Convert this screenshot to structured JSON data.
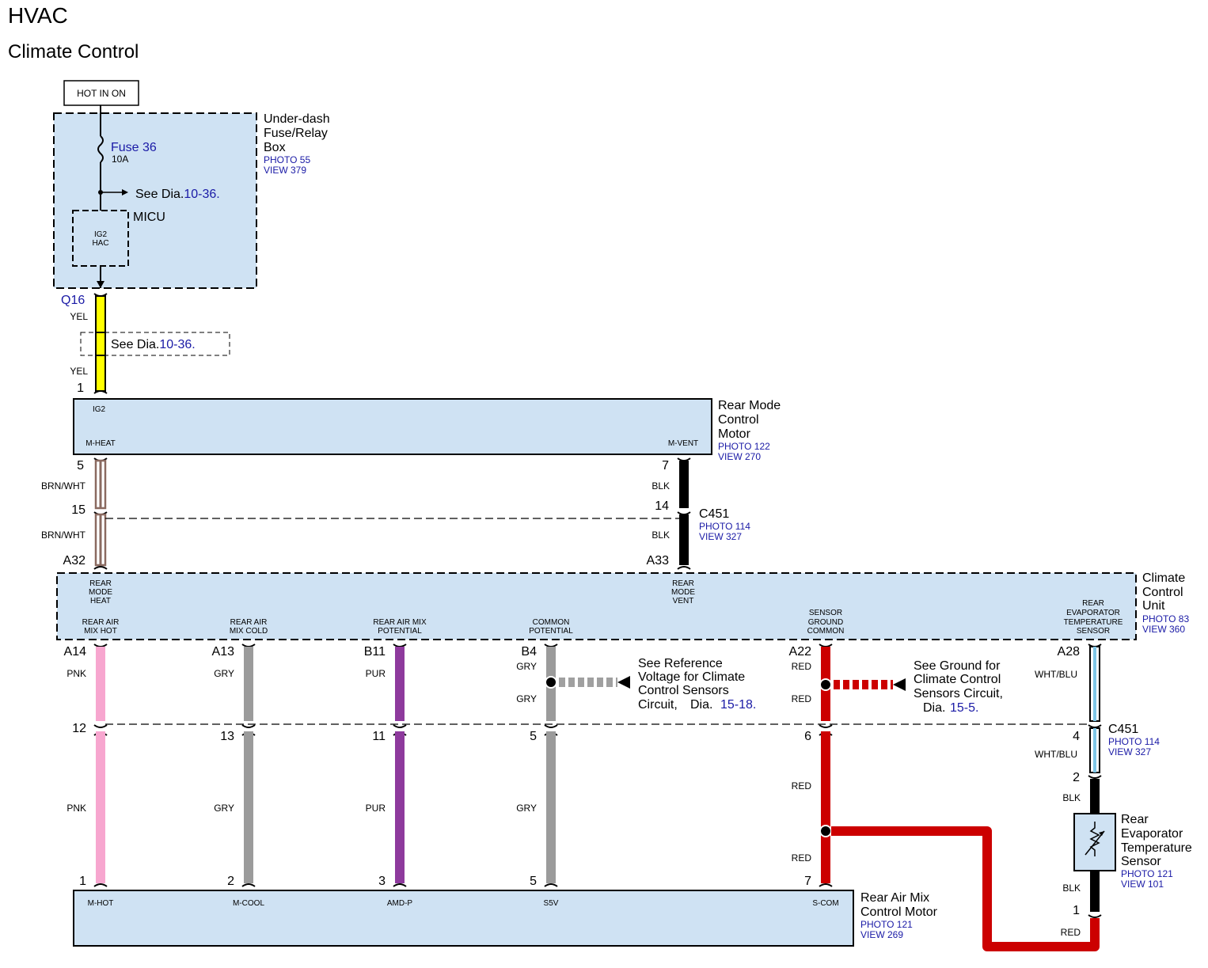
{
  "header": {
    "title": "HVAC",
    "subtitle": "Climate Control"
  },
  "hot_label": "HOT IN ON",
  "fuse_box": {
    "name_lines": [
      "Under-dash",
      "Fuse/Relay",
      "Box"
    ],
    "photo": "PHOTO 55",
    "view": "VIEW 379",
    "fuse_name": "Fuse 36",
    "fuse_rating": "10A",
    "see_dia_text": "See Dia.",
    "see_dia_ref": "10-36.",
    "micu_label": "MICU",
    "micu_pins": [
      "IG2",
      "HAC"
    ]
  },
  "q16": {
    "connector": "Q16",
    "wire_top": "YEL",
    "wire_bottom": "YEL",
    "see_dia_text": "See Dia.",
    "see_dia_ref": "10-36.",
    "pin": "1"
  },
  "rear_mode_motor": {
    "name_lines": [
      "Rear Mode",
      "Control",
      "Motor"
    ],
    "photo": "PHOTO 122",
    "view": "VIEW 270",
    "pin_ig2": "IG2",
    "pin_mheat": "M-HEAT",
    "pin_mvent": "M-VENT"
  },
  "c451_upper": {
    "connector": "C451",
    "photo": "PHOTO 114",
    "view": "VIEW 327"
  },
  "wires_upper": {
    "left": {
      "pin_top": "5",
      "color1": "BRN/WHT",
      "pin_mid": "15",
      "color2": "BRN/WHT",
      "pin_cu": "A32"
    },
    "right": {
      "pin_top": "7",
      "color1": "BLK",
      "pin_mid": "14",
      "color2": "BLK",
      "pin_cu": "A33"
    }
  },
  "climate_unit": {
    "name_lines": [
      "Climate",
      "Control",
      "Unit"
    ],
    "photo": "PHOTO 83",
    "view": "VIEW 360",
    "upper_labels": {
      "heat": [
        "REAR",
        "MODE",
        "HEAT"
      ],
      "vent": [
        "REAR",
        "MODE",
        "VENT"
      ]
    },
    "lower_labels": {
      "mixhot": [
        "REAR AIR",
        "MIX HOT"
      ],
      "mixcold": [
        "REAR AIR",
        "MIX COLD"
      ],
      "mixpot": [
        "REAR AIR MIX",
        "POTENTIAL"
      ],
      "compot": [
        "COMMON",
        "POTENTIAL"
      ],
      "sgnd": [
        "SENSOR",
        "GROUND",
        "COMMON"
      ],
      "evap": [
        "REAR",
        "EVAPORATOR",
        "TEMPERATURE",
        "SENSOR"
      ]
    }
  },
  "lower_wires": [
    {
      "pin_cu": "A14",
      "color_top": "PNK",
      "pin_c451": "12",
      "color_bottom": "PNK",
      "pin_motor": "1",
      "hex": "#f7a6cf"
    },
    {
      "pin_cu": "A13",
      "color_top": "GRY",
      "pin_c451": "13",
      "color_bottom": "GRY",
      "pin_motor": "2",
      "hex": "#9b9b9b"
    },
    {
      "pin_cu": "B11",
      "color_top": "PUR",
      "pin_c451": "11",
      "color_bottom": "PUR",
      "pin_motor": "3",
      "hex": "#8e3a9d"
    },
    {
      "pin_cu": "B4",
      "color_top": "GRY",
      "color_top2": "GRY",
      "pin_c451": "5",
      "color_bottom": "GRY",
      "pin_motor": "5",
      "hex": "#9b9b9b"
    },
    {
      "pin_cu": "A22",
      "color_top": "RED",
      "color_top2": "RED",
      "pin_c451": "6",
      "color_bottom": "RED",
      "color_bottom2": "RED",
      "pin_motor": "7",
      "hex": "#cc0000"
    }
  ],
  "ref_voltage": {
    "lines": [
      "See Reference",
      "Voltage for Climate",
      "Control Sensors",
      "Circuit,"
    ],
    "dia_text": "Dia.",
    "dia_ref": "15-18."
  },
  "ref_ground": {
    "lines": [
      "See Ground for",
      "Climate Control",
      "Sensors Circuit,"
    ],
    "dia_text": "Dia.",
    "dia_ref": "15-5."
  },
  "evap_wire": {
    "pin_cu": "A28",
    "color1": "WHT/BLU",
    "pin_c451": "4",
    "color2": "WHT/BLU",
    "c451": "C451",
    "photo": "PHOTO 114",
    "view": "VIEW 327",
    "pin_sensor_top": "2",
    "color3": "BLK",
    "color4": "BLK",
    "pin_sensor_bottom": "1",
    "color5": "RED"
  },
  "evap_sensor": {
    "name_lines": [
      "Rear",
      "Evaporator",
      "Temperature",
      "Sensor"
    ],
    "photo": "PHOTO 121",
    "view": "VIEW 101"
  },
  "rear_air_mix_motor": {
    "name_lines": [
      "Rear Air Mix",
      "Control Motor"
    ],
    "photo": "PHOTO 121",
    "view": "VIEW 269",
    "pins": [
      "M-HOT",
      "M-COOL",
      "AMD-P",
      "S5V",
      "S-COM"
    ]
  },
  "colors": {
    "box_fill": "#cfe2f3",
    "yellow": "#ffff00",
    "brown": "#b08a80",
    "black": "#000000",
    "red": "#cc0000",
    "wht_blu": "#7fc6e6",
    "link": "#1a1aa6"
  }
}
